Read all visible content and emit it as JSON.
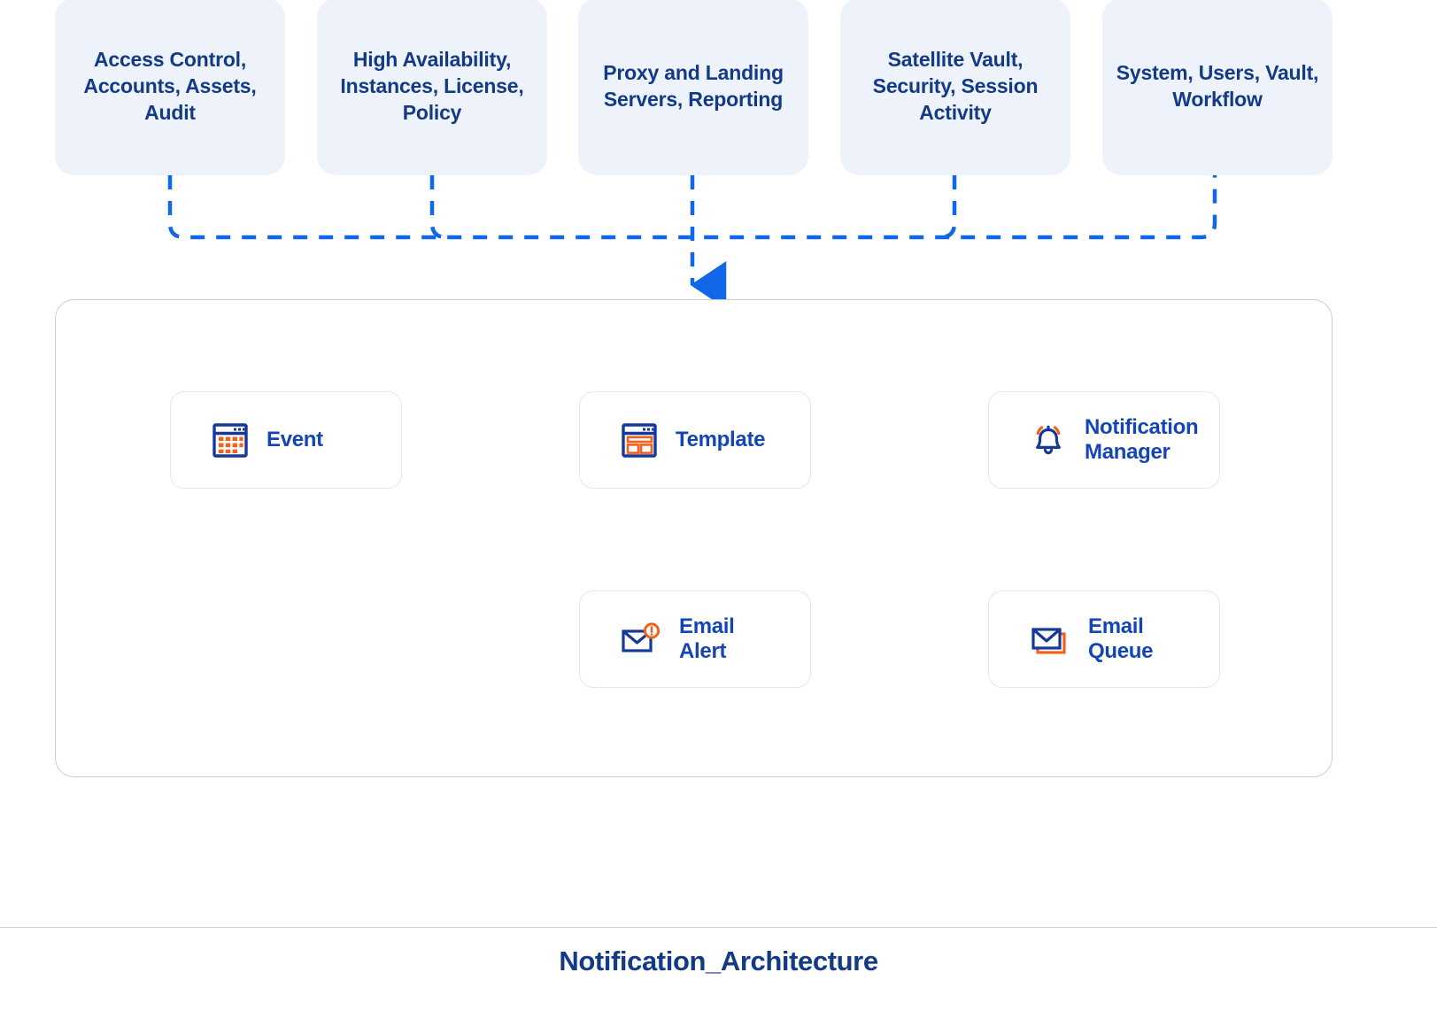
{
  "diagram": {
    "title": "Notification_Architecture",
    "colors": {
      "source_box_fill": "#eef2fb",
      "source_text": "#123a86",
      "node_border": "#e0e8f6",
      "node_label": "#1345b7",
      "connector_blue": "#1266e8",
      "icon_blue": "#15389b",
      "icon_orange": "#f4601a",
      "container_border": "#c9cdd3",
      "rule": "#cfd2d6"
    },
    "sources": [
      {
        "id": "source-access-control",
        "label": "Access Control,\nAccounts,\nAssets, Audit"
      },
      {
        "id": "source-high-availability",
        "label": "High Availability,\nInstances,\nLicense, Policy"
      },
      {
        "id": "source-proxy-landing",
        "label": "Proxy and\nLanding Servers,\nReporting"
      },
      {
        "id": "source-satellite-vault",
        "label": "Satellite Vault,\nSecurity,\nSession Activity"
      },
      {
        "id": "source-system-users",
        "label": "System, Users,\nVault, Workflow"
      }
    ],
    "nodes": [
      {
        "id": "node-event",
        "label": "Event",
        "icon": "calendar-grid-icon"
      },
      {
        "id": "node-template",
        "label": "Template",
        "icon": "browser-template-icon"
      },
      {
        "id": "node-notification-manager",
        "label": "Notification\nManager",
        "icon": "bell-icon"
      },
      {
        "id": "node-email-alert",
        "label": "Email\nAlert",
        "icon": "envelope-alert-icon"
      },
      {
        "id": "node-email-queue",
        "label": "Email\nQueue",
        "icon": "envelope-stack-icon"
      }
    ],
    "flows": [
      {
        "id": "flow-event-template",
        "from": "Event",
        "to": "Template",
        "style": "dashed"
      },
      {
        "id": "flow-template-notification",
        "from": "Template",
        "to": "Notification Manager",
        "style": "dashed"
      },
      {
        "id": "flow-queue-alert",
        "from": "Email Queue",
        "to": "Email Alert",
        "style": "dashed"
      },
      {
        "id": "flow-sources-container",
        "from": "Event Sources Bus",
        "to": "Notification System",
        "style": "dashed"
      }
    ]
  }
}
